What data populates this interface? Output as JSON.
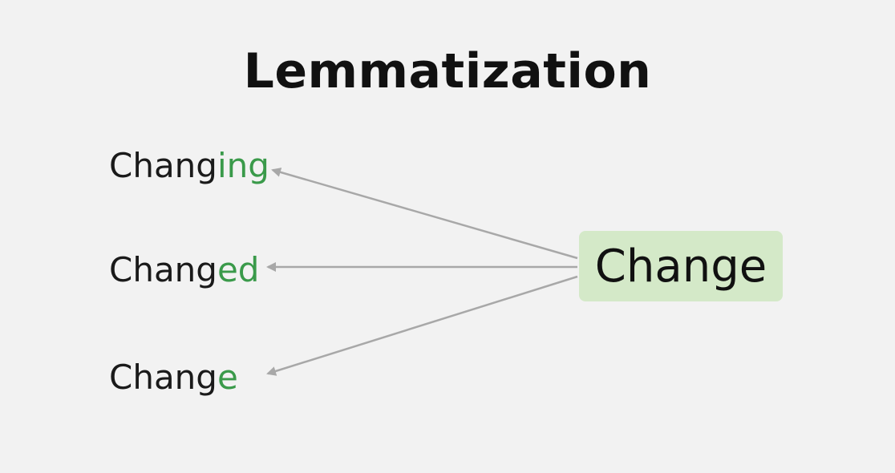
{
  "title": "Lemmatization",
  "lemma": "Change",
  "words": [
    {
      "stem": "Chang",
      "suffix": "ing"
    },
    {
      "stem": "Chang",
      "suffix": "ed"
    },
    {
      "stem": "Chang",
      "suffix": "e"
    }
  ],
  "colors": {
    "background": "#f2f2f2",
    "suffix": "#3a9a4a",
    "lemma_box": "#d4e9c8",
    "arrow": "#a8a8a8"
  }
}
